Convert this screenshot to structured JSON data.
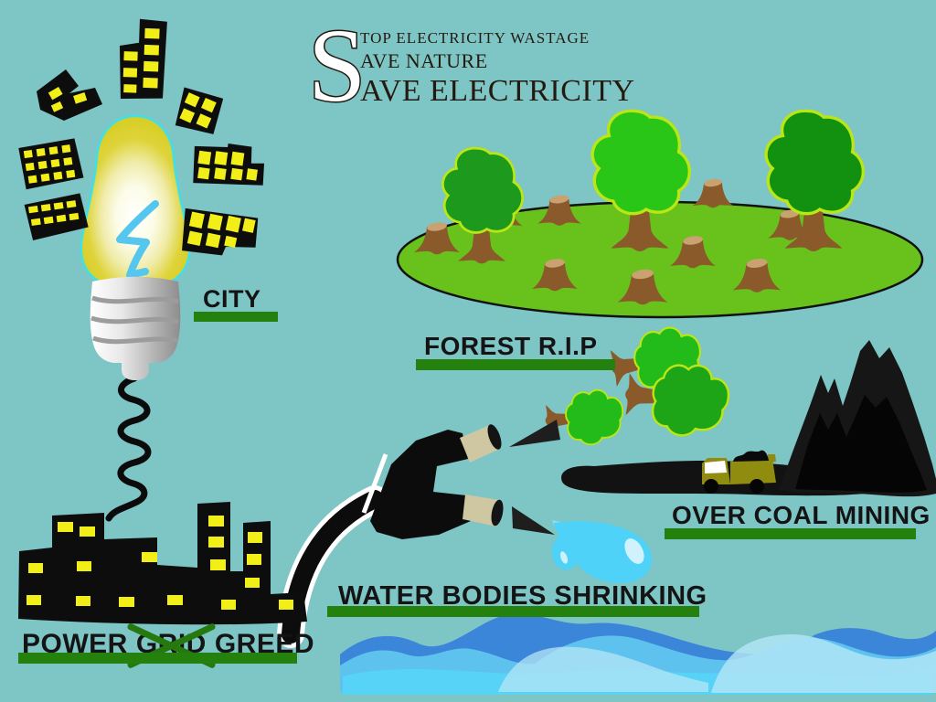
{
  "title": {
    "big_letter": "S",
    "lines": [
      "TOP ELECTRICITY WASTAGE",
      "AVE NATURE",
      "AVE ELECTRICITY"
    ]
  },
  "labels": {
    "city": "CITY",
    "forest": "FOREST R.I.P",
    "coal_mining": "OVER COAL MINING",
    "water": "WATER BODIES SHRINKING",
    "power": {
      "prefix": "POWER",
      "struck": "GRID",
      "suffix": "GREED"
    }
  },
  "colors": {
    "background": "#7ec5c6",
    "accent_green_bar": "#24810e",
    "strike_green": "#26790f",
    "label_text": "#141414",
    "title_text": "#241a10",
    "bulb_yellow": "#d5cb1d",
    "bulb_outline_cyan": "#3fe0e8",
    "lightning_blue": "#55c6ee",
    "building_black": "#0d0d0d",
    "window_yellow": "#f2ee17",
    "grass_green": "#68c21b",
    "tree_green_bright": "#29c517",
    "tree_green_dark": "#1d9a1d",
    "tree_outline": "#b9e614",
    "trunk_brown": "#8a5a2b",
    "stump_top_tan": "#caa272",
    "plug_black": "#0c0c0c",
    "prong_khaki": "#cfc7a1",
    "truck_olive": "#8f8c10",
    "water_drop_cyan": "#4ed2f7",
    "wave_dark_blue": "#3b86d9",
    "wave_mid_blue": "#62c8f0",
    "wave_light_cyan": "#55d4f6",
    "wave_pale": "#b4e6f6"
  },
  "icons": [
    "light-bulb-icon",
    "lightning-bolt-icon",
    "building-icon",
    "tree-icon",
    "stump-icon",
    "plug-icon",
    "suction-cone-icon",
    "water-drop-icon",
    "coal-truck-icon",
    "coal-mountain-icon",
    "city-skyline-icon",
    "wave-icon",
    "strike-x-icon",
    "cable-icon"
  ]
}
